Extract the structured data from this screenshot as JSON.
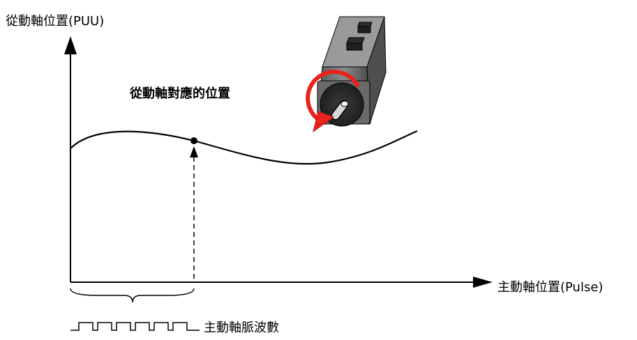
{
  "diagram": {
    "y_axis_label": "從動軸位置(PUU)",
    "x_axis_label": "主動軸位置(Pulse)",
    "slave_position_annotation": "從動軸對應的位置",
    "pulse_count_label": "主動軸脈波數"
  },
  "icons": {
    "motor": "servo-motor-icon",
    "rotation": "rotation-arrow-icon",
    "pulse": "pulse-train-icon"
  },
  "colors": {
    "line": "#000000",
    "rotation_arrow": "#e8231e",
    "motor_body": "#6e6e6e"
  }
}
